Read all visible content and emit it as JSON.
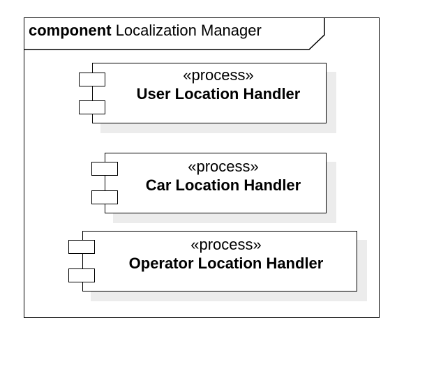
{
  "diagram": {
    "frame": {
      "keyword": "component",
      "name": "Localization Manager"
    },
    "components": [
      {
        "stereotype": "«process»",
        "name": "User Location Handler"
      },
      {
        "stereotype": "«process»",
        "name": "Car Location Handler"
      },
      {
        "stereotype": "«process»",
        "name": "Operator Location Handler"
      }
    ]
  }
}
